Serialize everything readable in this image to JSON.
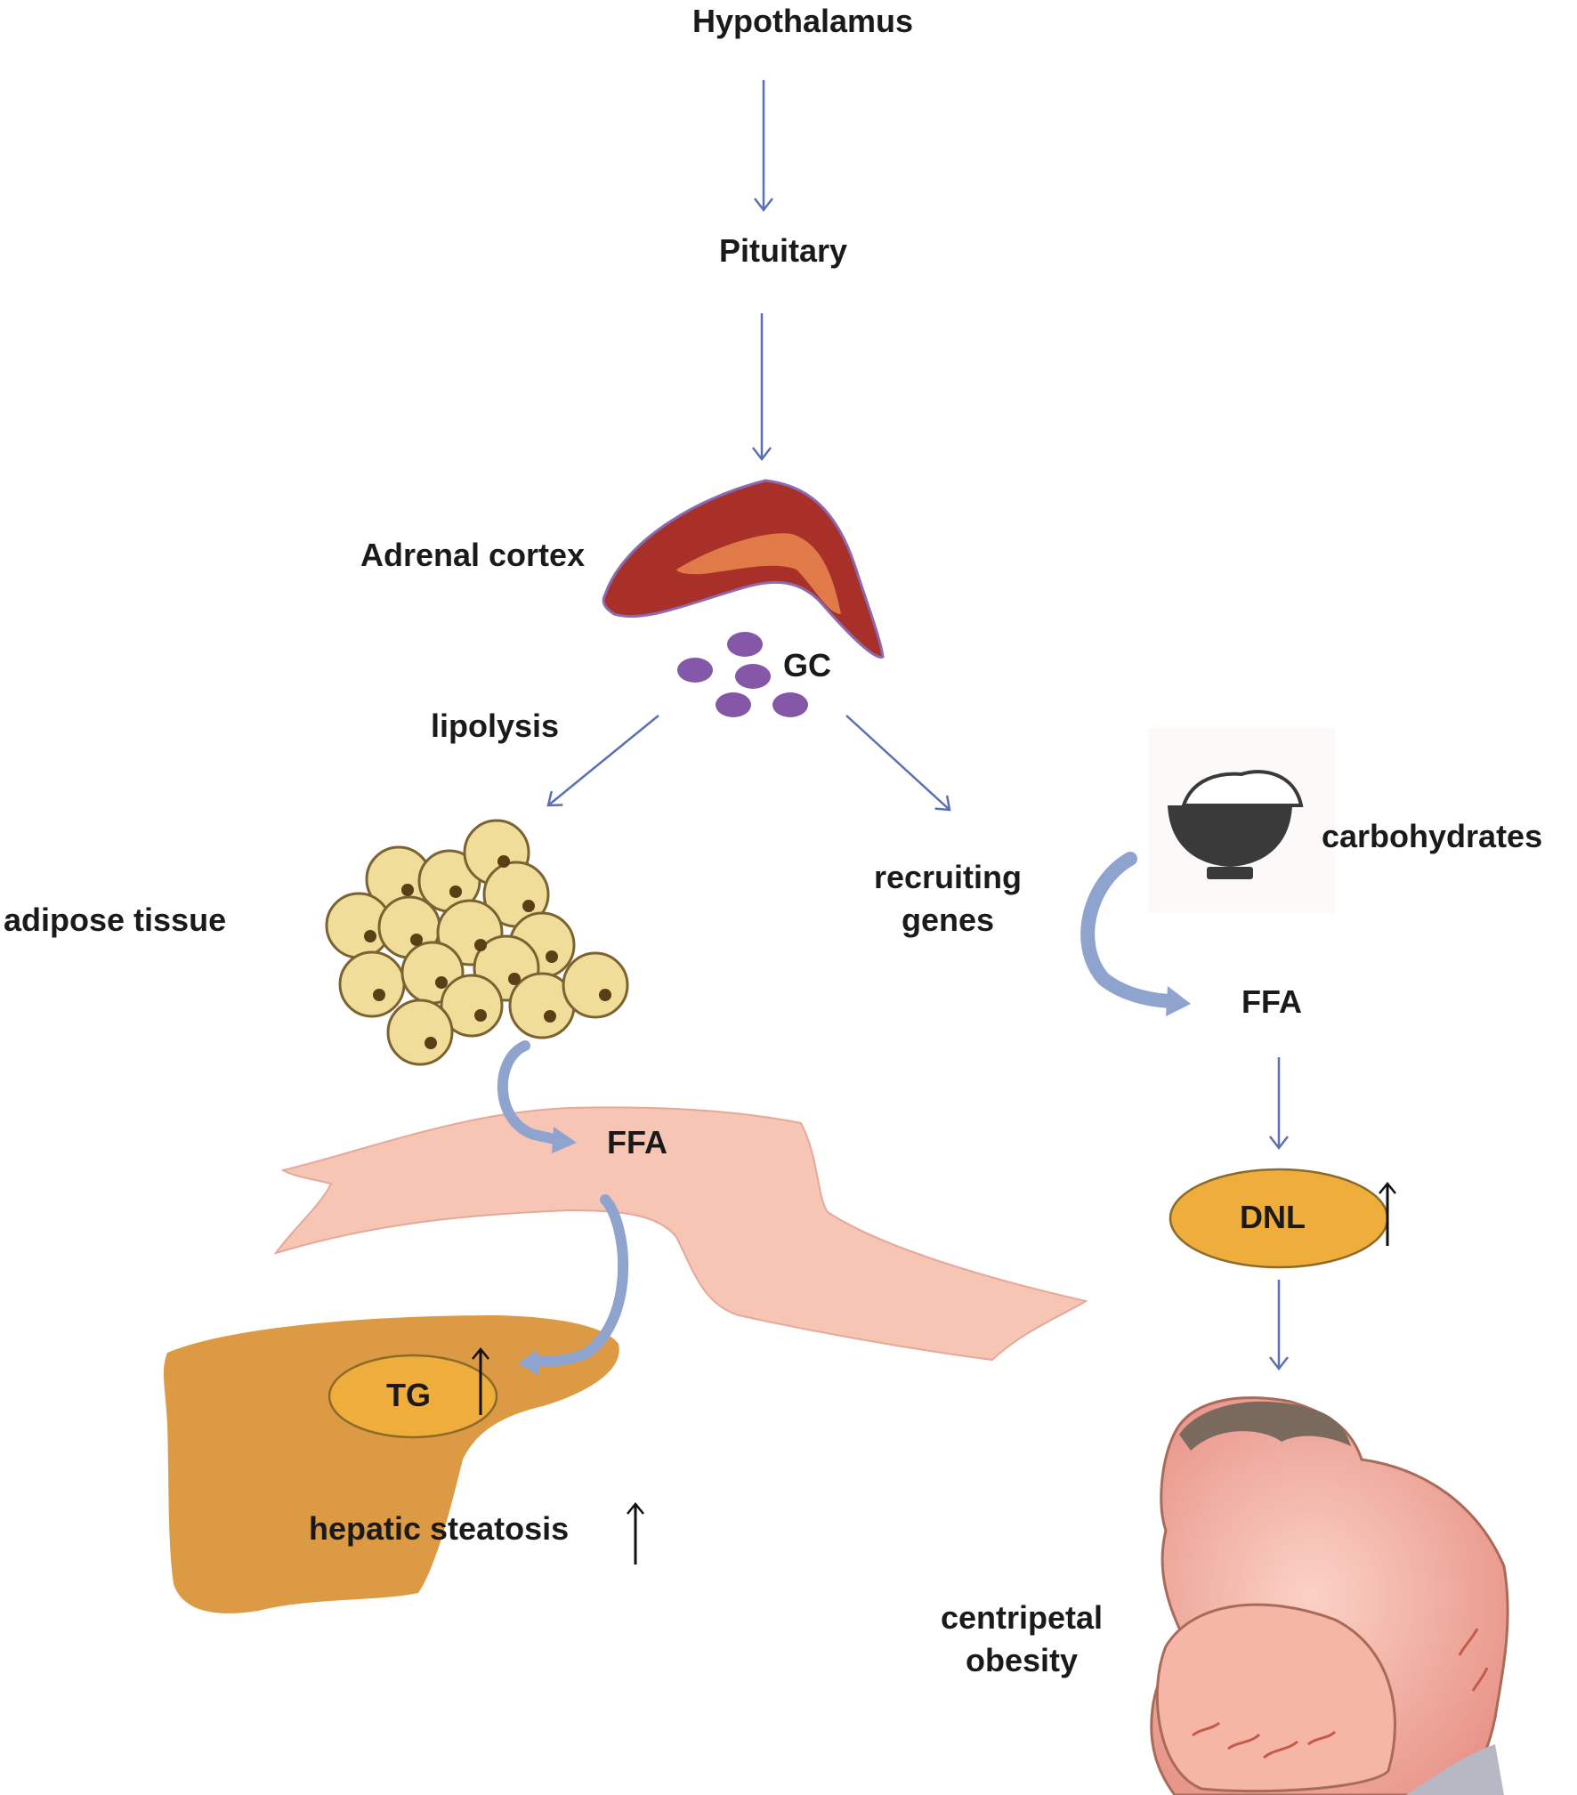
{
  "labels": {
    "hypothalamus": "Hypothalamus",
    "pituitary": "Pituitary",
    "adrenal_cortex": "Adrenal cortex",
    "gc": "GC",
    "lipolysis": "lipolysis",
    "adipose_tissue": "adipose tissue",
    "recruiting_genes": "recruiting\ngenes",
    "carbohydrates": "carbohydrates",
    "ffa_right": "FFA",
    "ffa_vessel": "FFA",
    "dnl": "DNL",
    "tg": "TG",
    "hepatic_steatosis": "hepatic steatosis",
    "centripetal_obesity": "centripetal\nobesity"
  },
  "colors": {
    "pathway_arrow": "#5b6fb5",
    "curved_arrow": "#8fa3cf",
    "adrenal_outer": "#a83028",
    "adrenal_inner": "#e07a48",
    "gc_molecule": "#8557a8",
    "fat_cell": "#f0dd9a",
    "fat_cell_border": "#7a6330",
    "vessel": "#f7c5b3",
    "liver": "#dd9a45",
    "node_fill": "#efad3c"
  }
}
